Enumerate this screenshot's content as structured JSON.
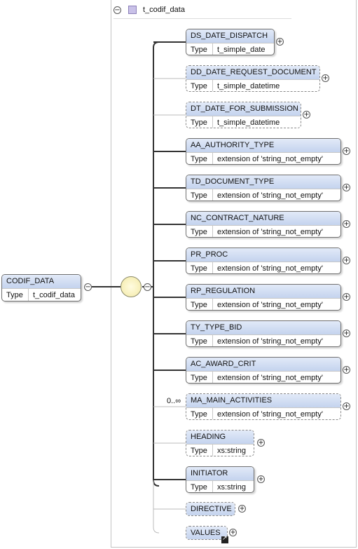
{
  "schema_type": {
    "name": "t_codif_data"
  },
  "root": {
    "name": "CODIF_DATA",
    "type_label": "Type",
    "type_value": "t_codif_data"
  },
  "elements": [
    {
      "name": "DS_DATE_DISPATCH",
      "type_label": "Type",
      "type_value": "t_simple_date",
      "optional": false
    },
    {
      "name": "DD_DATE_REQUEST_DOCUMENT",
      "type_label": "Type",
      "type_value": "t_simple_datetime",
      "optional": true
    },
    {
      "name": "DT_DATE_FOR_SUBMISSION",
      "type_label": "Type",
      "type_value": "t_simple_datetime",
      "optional": true
    },
    {
      "name": "AA_AUTHORITY_TYPE",
      "type_label": "Type",
      "type_value": "extension of 'string_not_empty'",
      "optional": false
    },
    {
      "name": "TD_DOCUMENT_TYPE",
      "type_label": "Type",
      "type_value": "extension of 'string_not_empty'",
      "optional": false
    },
    {
      "name": "NC_CONTRACT_NATURE",
      "type_label": "Type",
      "type_value": "extension of 'string_not_empty'",
      "optional": false
    },
    {
      "name": "PR_PROC",
      "type_label": "Type",
      "type_value": "extension of 'string_not_empty'",
      "optional": false
    },
    {
      "name": "RP_REGULATION",
      "type_label": "Type",
      "type_value": "extension of 'string_not_empty'",
      "optional": false
    },
    {
      "name": "TY_TYPE_BID",
      "type_label": "Type",
      "type_value": "extension of 'string_not_empty'",
      "optional": false
    },
    {
      "name": "AC_AWARD_CRIT",
      "type_label": "Type",
      "type_value": "extension of 'string_not_empty'",
      "optional": false
    },
    {
      "name": "MA_MAIN_ACTIVITIES",
      "type_label": "Type",
      "type_value": "extension of 'string_not_empty'",
      "optional": true,
      "cardinality": "0..∞"
    },
    {
      "name": "HEADING",
      "type_label": "Type",
      "type_value": "xs:string",
      "optional": true
    },
    {
      "name": "INITIATOR",
      "type_label": "Type",
      "type_value": "xs:string",
      "optional": false
    },
    {
      "name": "DIRECTIVE",
      "optional": true
    },
    {
      "name": "VALUES",
      "optional": true,
      "is_reference": true
    }
  ],
  "colors": {
    "header_gradient_top": "#e2eaf8",
    "header_gradient_bottom": "#c4d3ee",
    "line": "#333333",
    "optional_line": "#bbbbbb"
  }
}
